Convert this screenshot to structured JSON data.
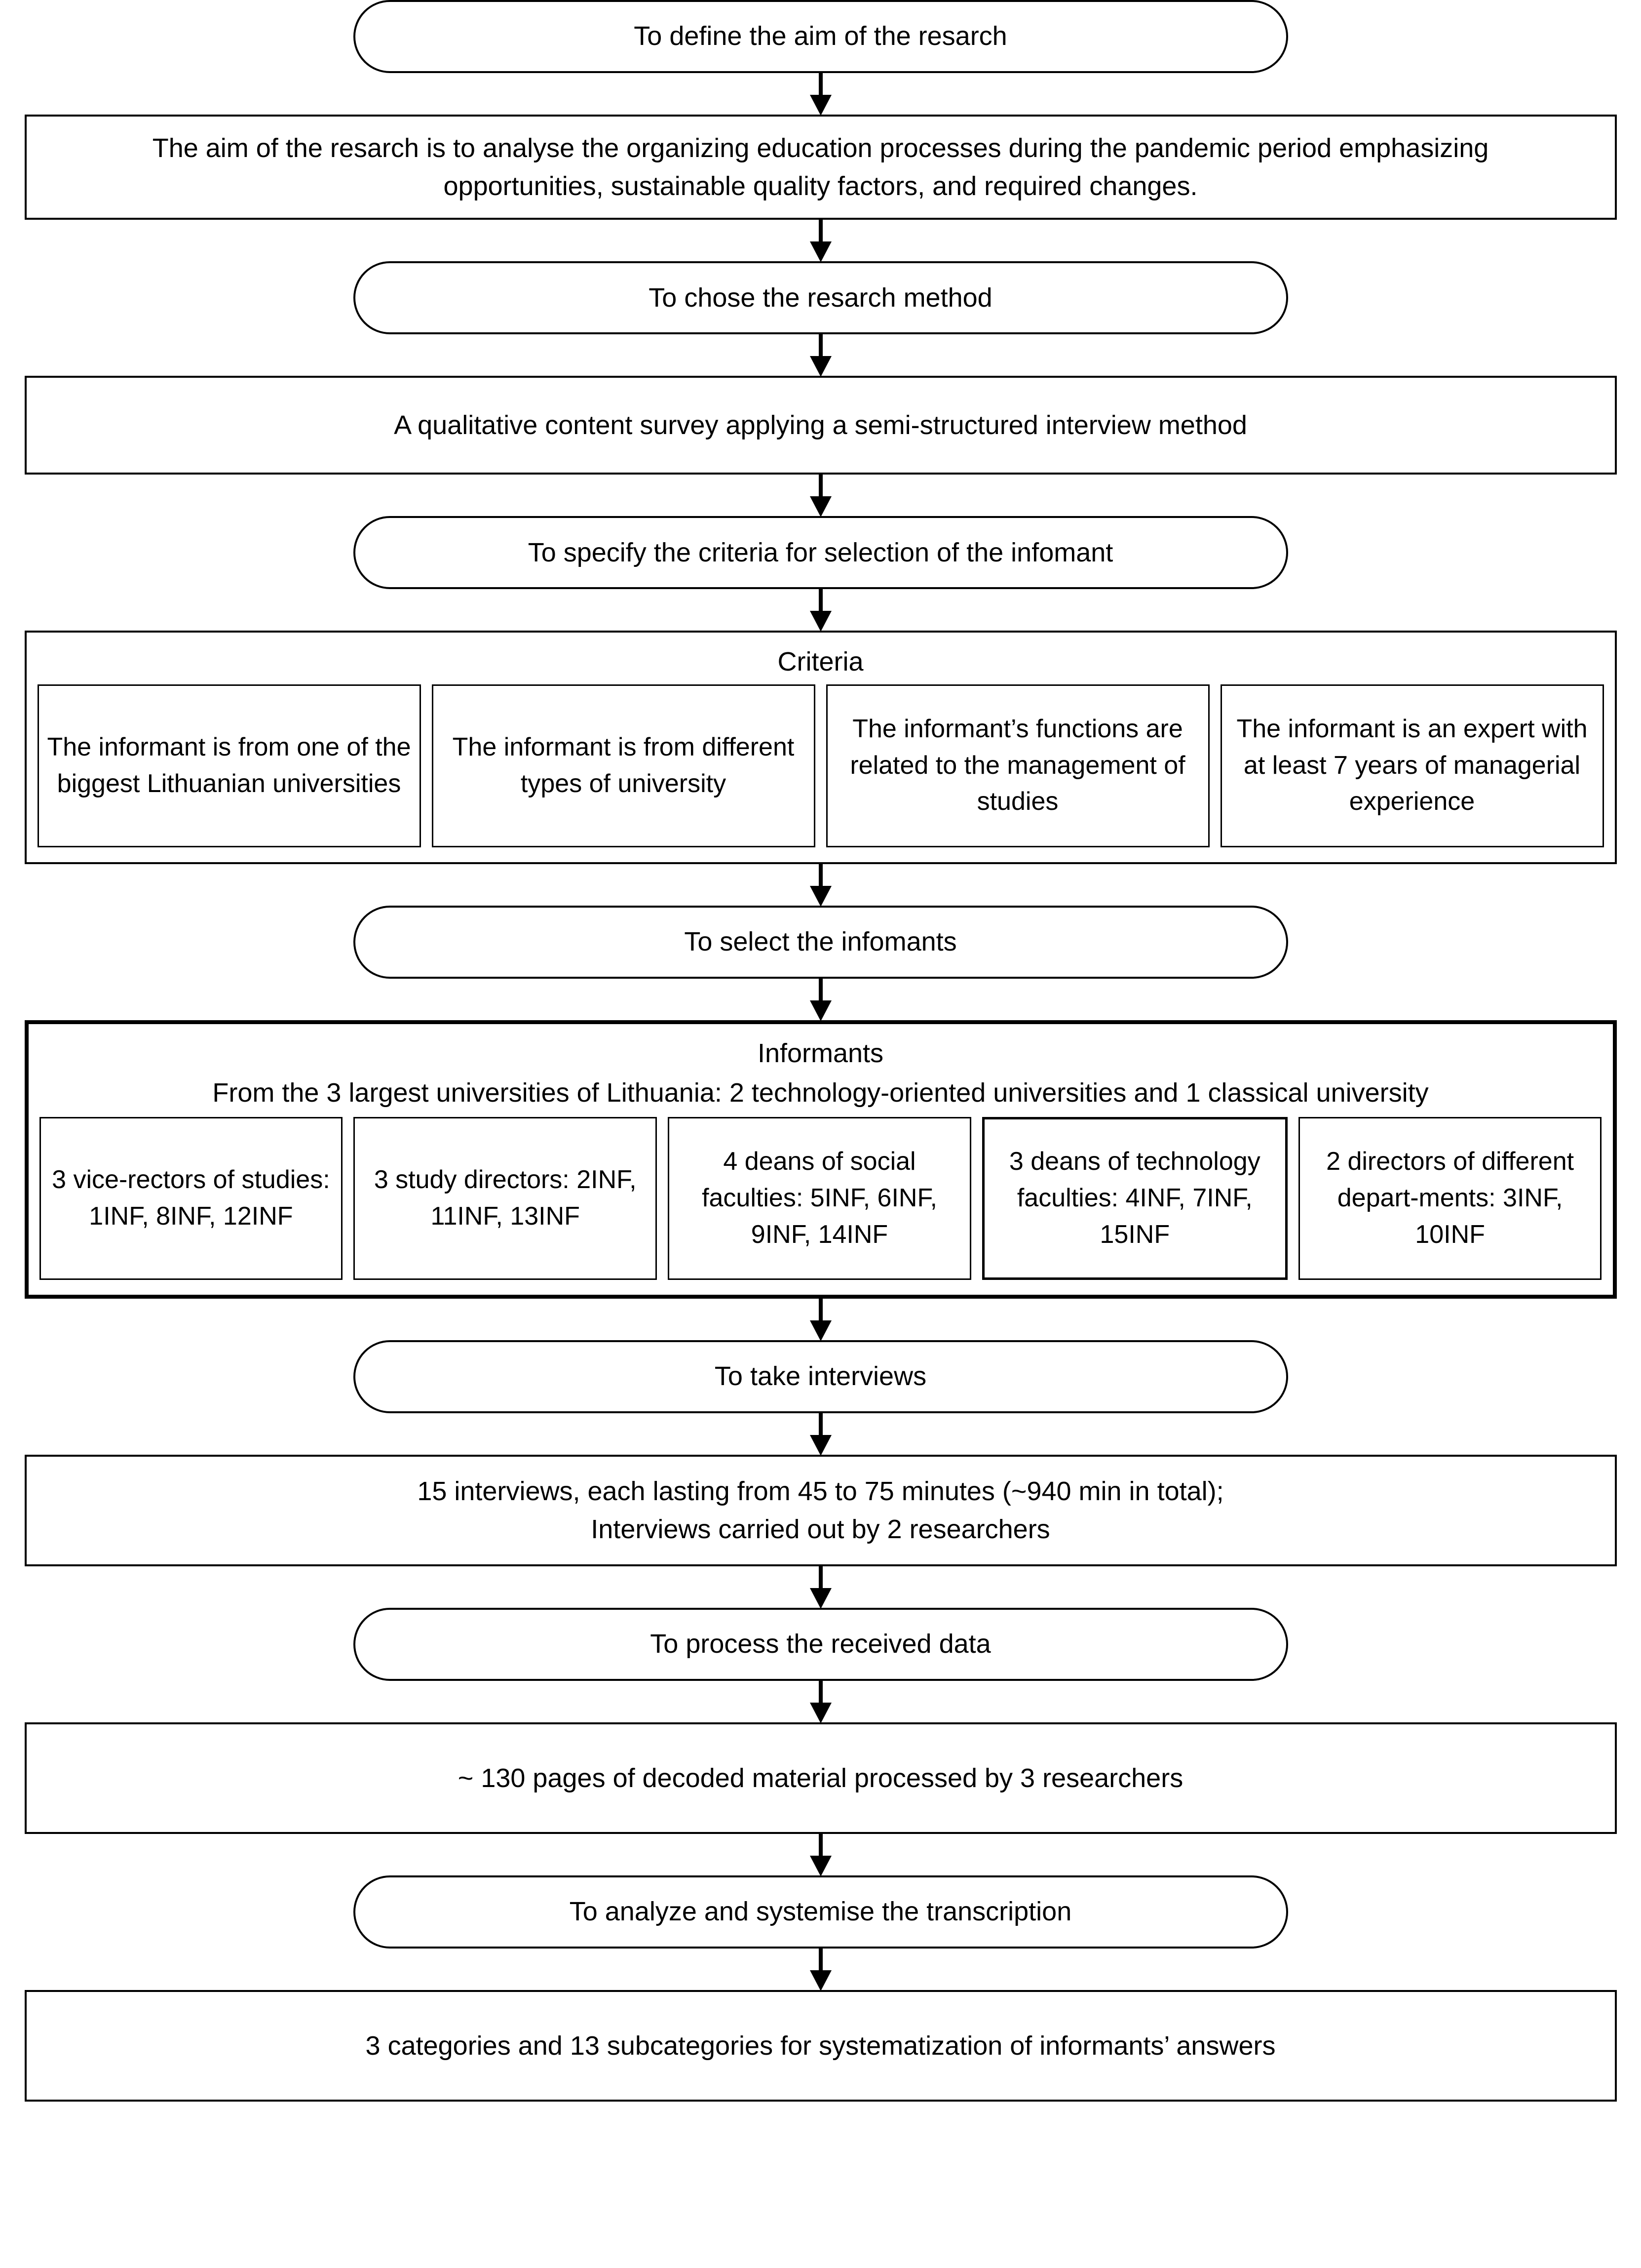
{
  "diagram": {
    "title": "Research process flowchart",
    "type": "flowchart",
    "nodes": [
      {
        "id": "n1",
        "shape": "stadium",
        "text": "To define the aim of the resarch"
      },
      {
        "id": "n2",
        "shape": "rect",
        "text": "The aim of the resarch is to analyse the organizing education processes during the pandemic period emphasizing opportunities, sustainable quality factors, and required changes."
      },
      {
        "id": "n3",
        "shape": "stadium",
        "text": "To chose the resarch method"
      },
      {
        "id": "n4",
        "shape": "rect",
        "text": "A qualitative content survey applying a semi-structured interview method"
      },
      {
        "id": "n5",
        "shape": "stadium",
        "text": "To specify the criteria for selection of the infomant"
      },
      {
        "id": "n6",
        "shape": "group",
        "title": "Criteria"
      },
      {
        "id": "n7",
        "shape": "stadium",
        "text": "To select the infomants"
      },
      {
        "id": "n8",
        "shape": "group-thick",
        "title": "Informants"
      },
      {
        "id": "n9",
        "shape": "stadium",
        "text": "To take interviews"
      },
      {
        "id": "n10",
        "shape": "rect",
        "text": "15 interviews, each lasting from 45 to 75 minutes (~940 min in total); Interviews carried out by 2 researchers"
      },
      {
        "id": "n11",
        "shape": "stadium",
        "text": "To process the received data"
      },
      {
        "id": "n12",
        "shape": "rect",
        "text": "~ 130 pages of decoded material processed by 3 researchers"
      },
      {
        "id": "n13",
        "shape": "stadium",
        "text": "To analyze and systemise the transcription"
      },
      {
        "id": "n14",
        "shape": "rect",
        "text": "3 categories and 13 subcategories for systematization of informants’ answers"
      }
    ]
  },
  "step1": {
    "label": "To define the aim of the resarch"
  },
  "aim": {
    "line1": "The aim of the resarch is to analyse the organizing education processes during the pandemic period emphasizing",
    "line2": "opportunities, sustainable quality factors, and required changes."
  },
  "step2": {
    "label": "To chose the resarch method"
  },
  "method": {
    "text": "A qualitative content survey applying a semi-structured interview method"
  },
  "step3": {
    "label": "To specify the criteria for selection of the infomant"
  },
  "criteria": {
    "title": "Criteria",
    "items": [
      {
        "text": "The informant is from one of the biggest Lithuanian universities"
      },
      {
        "text": "The informant is from different types of university"
      },
      {
        "text": "The informant’s functions are related to the management of studies"
      },
      {
        "text": "The informant is an expert  with at least 7 years of managerial experience"
      }
    ]
  },
  "step4": {
    "label": "To select the infomants"
  },
  "informants": {
    "title": "Informants",
    "subtitle": "From the 3 largest universities of Lithuania: 2 technology-oriented universities and 1 classical university",
    "items": [
      {
        "text": "3 vice-rectors of studies: 1INF, 8INF, 12INF"
      },
      {
        "text": "3 study directors: 2INF, 11INF, 13INF"
      },
      {
        "text": "4 deans of social faculties: 5INF, 6INF, 9INF, 14INF"
      },
      {
        "text": "3 deans of technology faculties: 4INF, 7INF, 15INF"
      },
      {
        "text": "2 directors of different depart-ments: 3INF, 10INF"
      }
    ]
  },
  "step5": {
    "label": "To take interviews"
  },
  "interviews": {
    "line1": "15 interviews, each lasting from 45 to 75 minutes (~940 min in total);",
    "line2": "Interviews carried out by 2 researchers"
  },
  "step6": {
    "label": "To process the received data"
  },
  "pages": {
    "text": "~ 130 pages of decoded material processed by 3 researchers"
  },
  "step7": {
    "label": "To analyze and systemise the transcription"
  },
  "result": {
    "text": "3 categories and 13 subcategories for systematization of informants’ answers"
  }
}
